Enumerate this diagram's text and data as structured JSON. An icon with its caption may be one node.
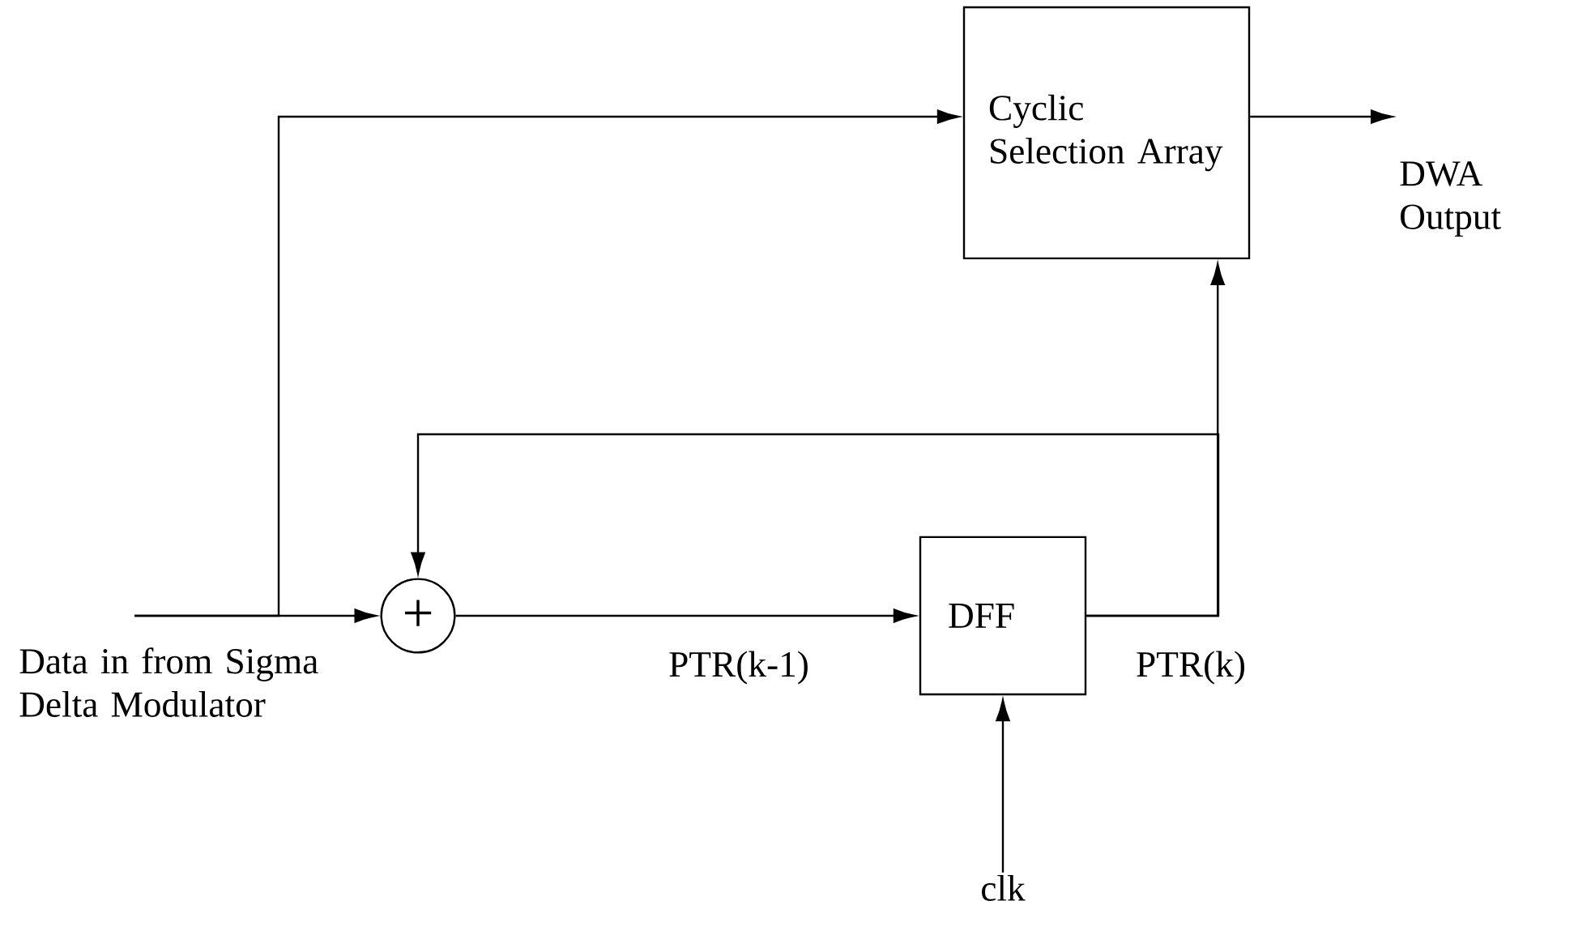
{
  "diagram": {
    "nodes": [
      {
        "text": [
          "Data in from Sigma Delta Modulator"
        ]
      },
      {
        "text": [
          "+"
        ]
      },
      {
        "text": [
          "DFF"
        ]
      },
      {
        "text": [
          "Cyclic Selection Array"
        ]
      },
      {
        "text": [
          "DWA Output"
        ]
      },
      {
        "text": [
          "clk"
        ]
      }
    ],
    "edges": [
      {
        "from": 0,
        "to": 1,
        "arrow": "to"
      },
      {
        "from": 0,
        "to": 3,
        "arrow": "to"
      },
      {
        "from": 1,
        "to": 2,
        "arrow": "to",
        "label": "PTR(k-1)"
      },
      {
        "from": 2,
        "to": 3,
        "arrow": "to",
        "label": "PTR(k)"
      },
      {
        "from": 2,
        "to": 1,
        "arrow": "to"
      },
      {
        "from": 3,
        "to": 4,
        "arrow": "to"
      },
      {
        "from": 5,
        "to": 2,
        "arrow": "to"
      }
    ]
  }
}
